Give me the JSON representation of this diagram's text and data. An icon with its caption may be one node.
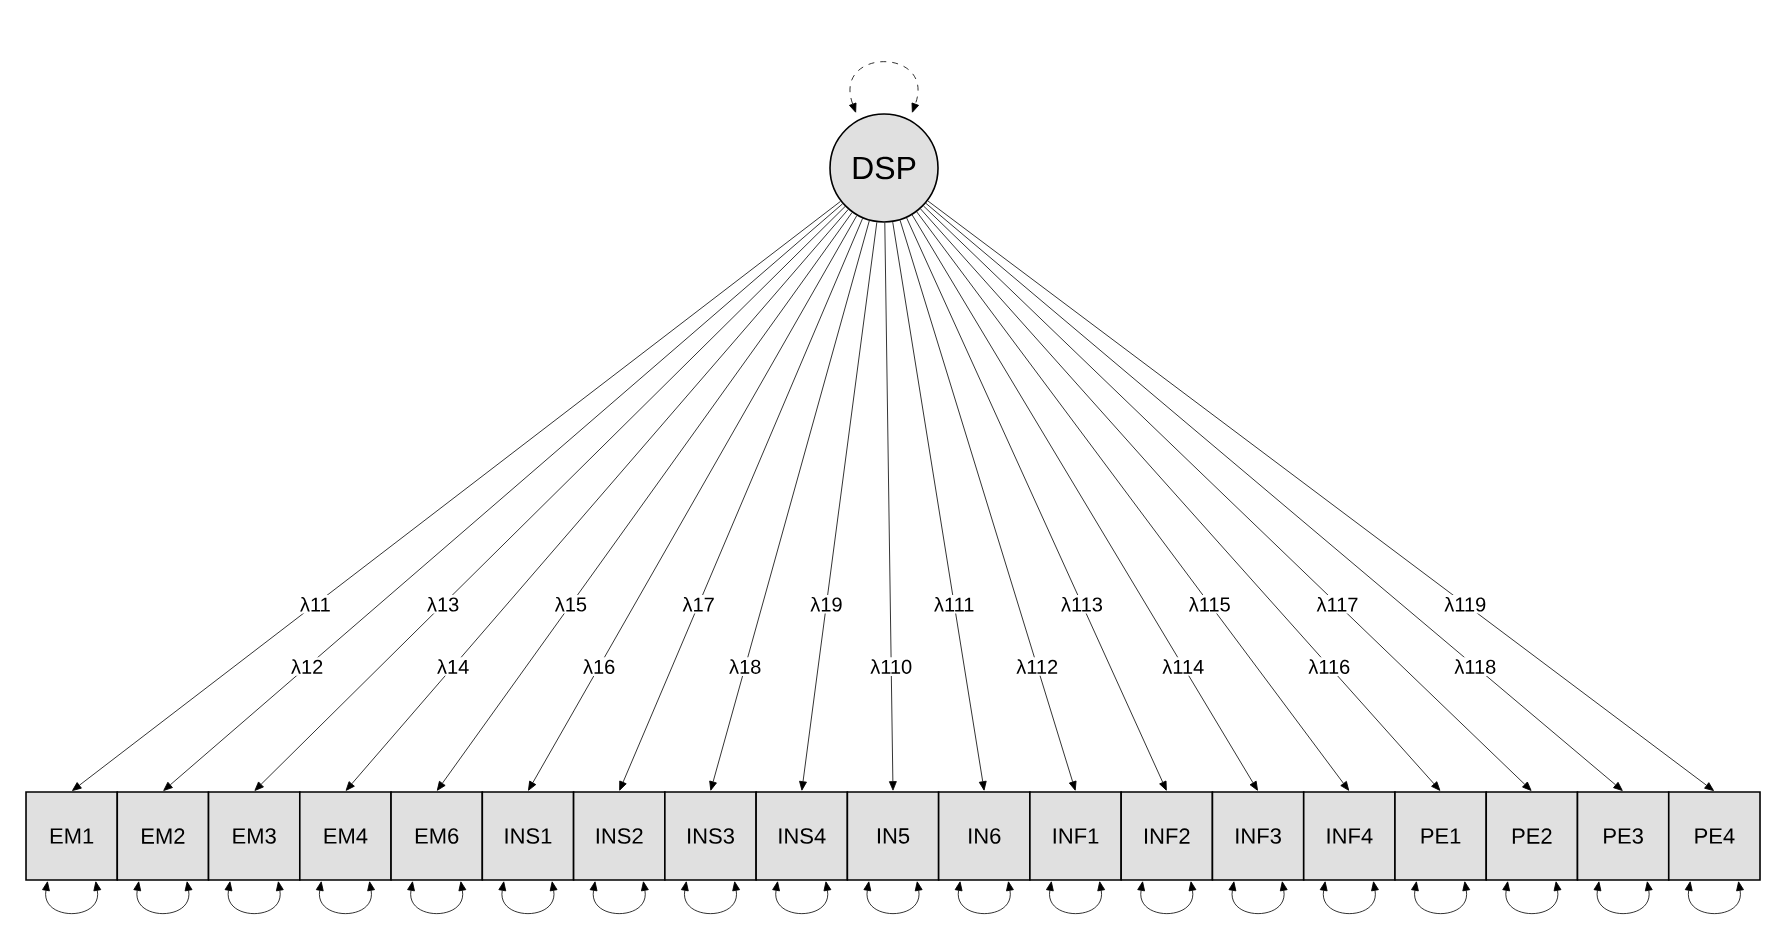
{
  "diagram": {
    "nodes": [
      {
        "text": [
          "DSP"
        ]
      },
      {
        "text": [
          "EM1"
        ]
      },
      {
        "text": [
          "EM2"
        ]
      },
      {
        "text": [
          "EM3"
        ]
      },
      {
        "text": [
          "EM4"
        ]
      },
      {
        "text": [
          "EM6"
        ]
      },
      {
        "text": [
          "INS1"
        ]
      },
      {
        "text": [
          "INS2"
        ]
      },
      {
        "text": [
          "INS3"
        ]
      },
      {
        "text": [
          "INS4"
        ]
      },
      {
        "text": [
          "IN5"
        ]
      },
      {
        "text": [
          "IN6"
        ]
      },
      {
        "text": [
          "INF1"
        ]
      },
      {
        "text": [
          "INF2"
        ]
      },
      {
        "text": [
          "INF3"
        ]
      },
      {
        "text": [
          "INF4"
        ]
      },
      {
        "text": [
          "PE1"
        ]
      },
      {
        "text": [
          "PE2"
        ]
      },
      {
        "text": [
          "PE3"
        ]
      },
      {
        "text": [
          "PE4"
        ]
      }
    ],
    "edges": [
      {
        "from": 0,
        "to": 0,
        "arrow": "both",
        "style": "dashed"
      },
      {
        "from": 0,
        "to": 1,
        "arrow": "to",
        "label": "λ11"
      },
      {
        "from": 0,
        "to": 2,
        "arrow": "to",
        "label": "λ12"
      },
      {
        "from": 0,
        "to": 3,
        "arrow": "to",
        "label": "λ13"
      },
      {
        "from": 0,
        "to": 4,
        "arrow": "to",
        "label": "λ14"
      },
      {
        "from": 0,
        "to": 5,
        "arrow": "to",
        "label": "λ15"
      },
      {
        "from": 0,
        "to": 6,
        "arrow": "to",
        "label": "λ16"
      },
      {
        "from": 0,
        "to": 7,
        "arrow": "to",
        "label": "λ17"
      },
      {
        "from": 0,
        "to": 8,
        "arrow": "to",
        "label": "λ18"
      },
      {
        "from": 0,
        "to": 9,
        "arrow": "to",
        "label": "λ19"
      },
      {
        "from": 0,
        "to": 10,
        "arrow": "to",
        "label": "λ110"
      },
      {
        "from": 0,
        "to": 11,
        "arrow": "to",
        "label": "λ111"
      },
      {
        "from": 0,
        "to": 12,
        "arrow": "to",
        "label": "λ112"
      },
      {
        "from": 0,
        "to": 13,
        "arrow": "to",
        "label": "λ113"
      },
      {
        "from": 0,
        "to": 14,
        "arrow": "to",
        "label": "λ114"
      },
      {
        "from": 0,
        "to": 15,
        "arrow": "to",
        "label": "λ115"
      },
      {
        "from": 0,
        "to": 16,
        "arrow": "to",
        "label": "λ116"
      },
      {
        "from": 0,
        "to": 17,
        "arrow": "to",
        "label": "λ117"
      },
      {
        "from": 0,
        "to": 18,
        "arrow": "to",
        "label": "λ118"
      },
      {
        "from": 0,
        "to": 19,
        "arrow": "to",
        "label": "λ119"
      },
      {
        "from": 1,
        "to": 1,
        "arrow": "both"
      },
      {
        "from": 2,
        "to": 2,
        "arrow": "both"
      },
      {
        "from": 3,
        "to": 3,
        "arrow": "both"
      },
      {
        "from": 4,
        "to": 4,
        "arrow": "both"
      },
      {
        "from": 5,
        "to": 5,
        "arrow": "both"
      },
      {
        "from": 6,
        "to": 6,
        "arrow": "both"
      },
      {
        "from": 7,
        "to": 7,
        "arrow": "both"
      },
      {
        "from": 8,
        "to": 8,
        "arrow": "both"
      },
      {
        "from": 9,
        "to": 9,
        "arrow": "both"
      },
      {
        "from": 10,
        "to": 10,
        "arrow": "both"
      },
      {
        "from": 11,
        "to": 11,
        "arrow": "both"
      },
      {
        "from": 12,
        "to": 12,
        "arrow": "both"
      },
      {
        "from": 13,
        "to": 13,
        "arrow": "both"
      },
      {
        "from": 14,
        "to": 14,
        "arrow": "both"
      },
      {
        "from": 15,
        "to": 15,
        "arrow": "both"
      },
      {
        "from": 16,
        "to": 16,
        "arrow": "both"
      },
      {
        "from": 17,
        "to": 17,
        "arrow": "both"
      },
      {
        "from": 18,
        "to": 18,
        "arrow": "both"
      },
      {
        "from": 19,
        "to": 19,
        "arrow": "both"
      }
    ]
  }
}
